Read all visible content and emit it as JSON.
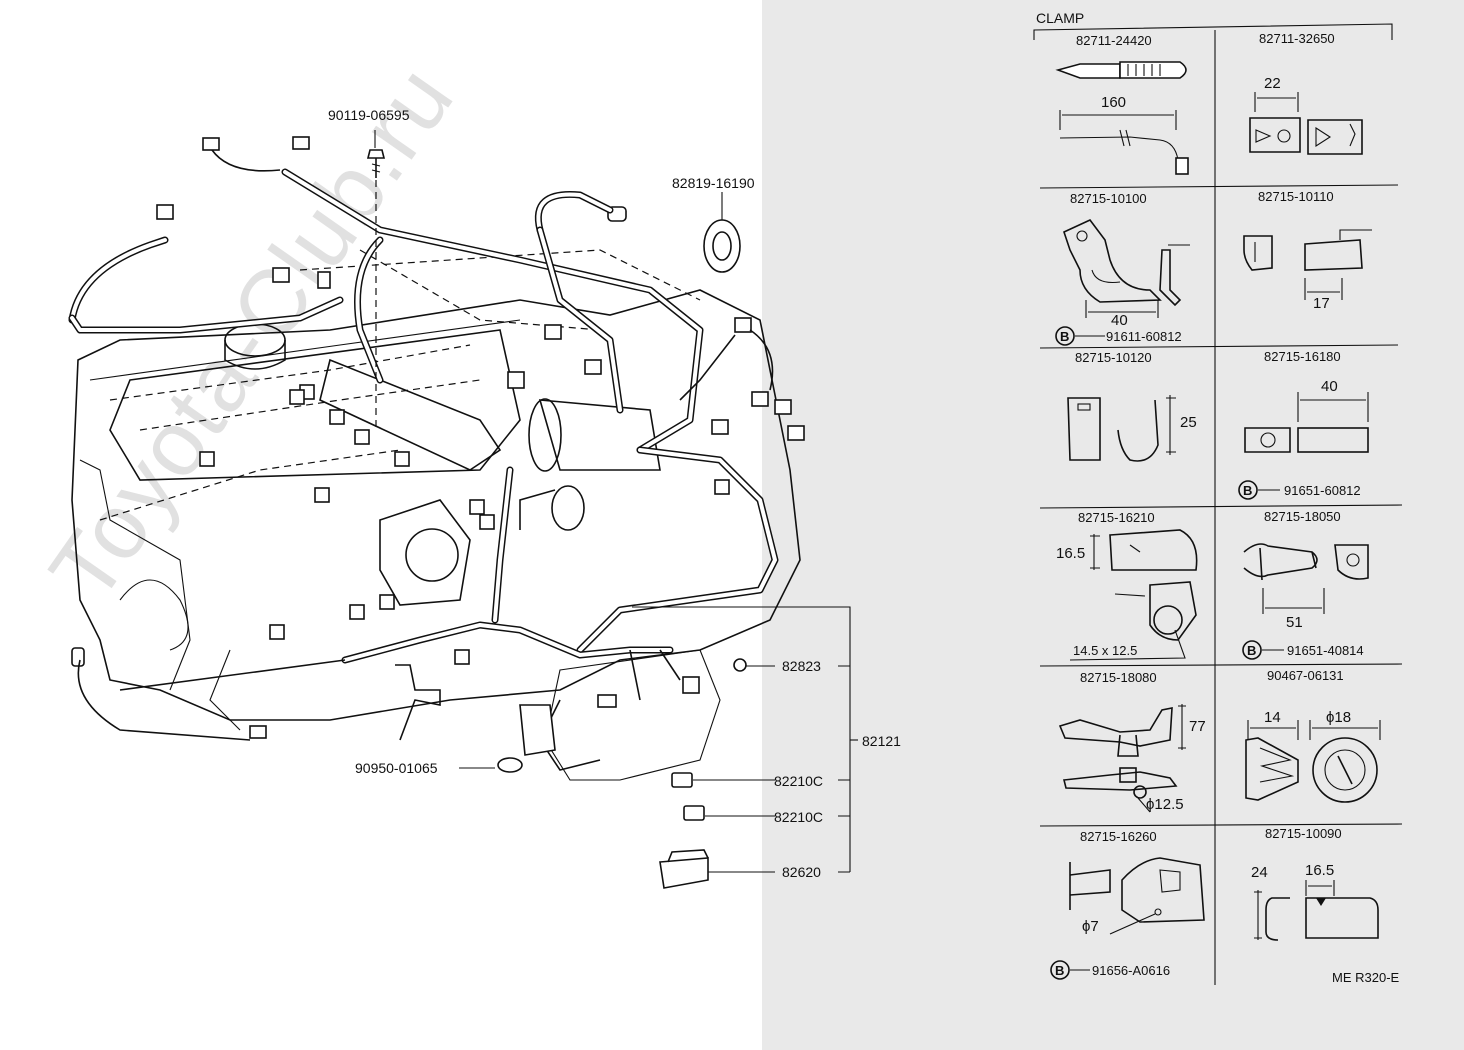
{
  "watermark": "Toyota-Club.ru",
  "callouts": {
    "bolt": "90119-06595",
    "grommet_top": "82819-16190",
    "fuse": "82823",
    "harness": "82121",
    "grommet_bottom": "90950-01065",
    "relay1": "82210C",
    "relay2": "82210C",
    "relay_block": "82620"
  },
  "clamp_table": {
    "title": "CLAMP",
    "footer_code": "ME R320-E",
    "cells": [
      {
        "part": "82711-24420",
        "dims": [
          "160"
        ]
      },
      {
        "part": "82711-32650",
        "dims": [
          "22"
        ]
      },
      {
        "part": "82715-10100",
        "dims": [
          "40"
        ],
        "bolt_badge": "B",
        "bolt": "91611-60812"
      },
      {
        "part": "82715-10110",
        "dims": [
          "17"
        ]
      },
      {
        "part": "82715-10120",
        "dims": [
          "25"
        ]
      },
      {
        "part": "82715-16180",
        "dims": [
          "40"
        ],
        "bolt_badge": "B",
        "bolt": "91651-60812"
      },
      {
        "part": "82715-16210",
        "dims": [
          "16.5",
          "14.5 x 12.5"
        ]
      },
      {
        "part": "82715-18050",
        "dims": [
          "51"
        ],
        "bolt_badge": "B",
        "bolt": "91651-40814"
      },
      {
        "part": "82715-18080",
        "dims": [
          "77",
          "ϕ12.5"
        ]
      },
      {
        "part": "90467-06131",
        "dims": [
          "14",
          "ϕ18"
        ]
      },
      {
        "part": "82715-16260",
        "dims": [
          "ϕ7"
        ],
        "bolt_badge": "B",
        "bolt": "91656-A0616"
      },
      {
        "part": "82715-10090",
        "dims": [
          "24",
          "16.5"
        ]
      }
    ]
  }
}
